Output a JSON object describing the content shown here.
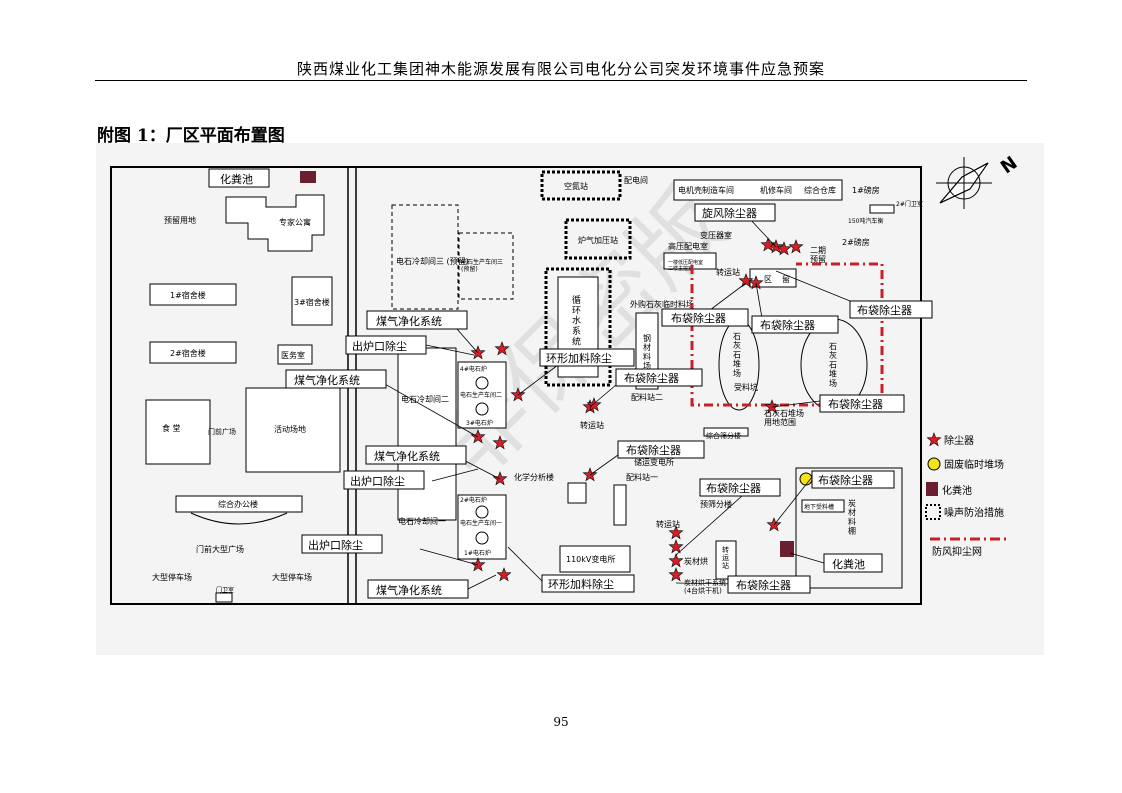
{
  "header": {
    "title": "陕西煤业化工集团神木能源发展有限公司电化分公司突发环境事件应急预案"
  },
  "figure": {
    "title": "附图 1：厂区平面布置图"
  },
  "page": {
    "number": "95"
  },
  "map": {
    "buildings": {
      "reserved": "预留用地",
      "expert_apt": "专家公寓",
      "dorm1": "1#宿舍楼",
      "dorm2": "2#宿舍楼",
      "dorm3": "3#宿舍楼",
      "clinic": "医务室",
      "canteen": "食 堂",
      "gate_square": "门前广场",
      "activity": "活动场地",
      "office": "综合办公楼",
      "gate_big_square": "门前大型广场",
      "parking1": "大型停车场",
      "parking2": "大型停车场",
      "guard": "门卫室",
      "airstation": "空氮站",
      "distribution": "配电间",
      "motor_shop": "电机壳制造车间",
      "repair_shop": "机修车间",
      "warehouse": "综合仓库",
      "weigh1": "1#磅房",
      "weigh2": "2#磅房",
      "gate2": "2#门卫室",
      "truck_scale": "150吨汽车衡",
      "cool3": "电石冷却间三\n(预留)",
      "prod3": "电石生产车间三\n(预留)",
      "gas_boost": "炉气加压站",
      "substation": "变压器室",
      "hv_room": "高压配电室",
      "phase2": "二期\n预留",
      "transfer": "转运站",
      "lv_room": "一楼低压配电室\n二楼主控室",
      "water": "循\n环\n水\n系\n统",
      "outsource": "外购石灰临时料场",
      "material_shed": "钢\n材\n料\n场",
      "limestone1": "石\n灰\n石\n堆\n场",
      "limestone2": "石\n灰\n石\n堆\n场",
      "receiving": "受料坑",
      "limestone_area": "石灰石堆场\n用地范围",
      "furnace4": "4#电石炉",
      "prod2": "电石生产车间二",
      "furnace3": "3#电石炉",
      "cool2": "电石冷却间二",
      "batch2": "配料站二",
      "transfer2": "转运站",
      "screen": "综合筛分楼",
      "storage": "储运变电所",
      "chem_lab": "化学分析楼",
      "batch1": "配料站一",
      "furnace2": "2#电石炉",
      "prod1": "电石生产车间一",
      "furnace1": "1#电石炉",
      "cool1": "电石冷却间一",
      "sub110": "110kV变电所",
      "preheat": "预筛分楼",
      "transfer3": "转运站",
      "carbon": "炭材烘",
      "dryer": "炭材烘干系统\n(4台烘干机)",
      "transfer4": "转\n运\n站",
      "underground": "地下受料槽",
      "coke_shed": "炭\n材\n料\n棚",
      "zone": "区",
      "zone2": "留"
    },
    "callouts": {
      "septic_top": "化粪池",
      "cyclone": "旋风除尘器",
      "bag1": "布袋除尘器",
      "bag2": "布袋除尘器",
      "bag3": "布袋除尘器",
      "bag4": "布袋除尘器",
      "bag5": "布袋除尘器",
      "bag6": "布袋除尘器",
      "bag7": "布袋除尘器",
      "bag8": "布袋除尘器",
      "bag9": "布袋除尘器",
      "gas1": "煤气净化系统",
      "gas2": "煤气净化系统",
      "gas3": "煤气净化系统",
      "gas4": "煤气净化系统",
      "outlet1": "出炉口除尘",
      "outlet2": "出炉口除尘",
      "outlet3": "出炉口除尘",
      "ring1": "环形加料除尘",
      "ring2": "环形加料除尘",
      "septic_bottom": "化粪池"
    },
    "legend": {
      "dust": "除尘器",
      "waste": "固废临时堆场",
      "septic": "化粪池",
      "noise": "噪声防治措施",
      "wind": "防风抑尘网"
    },
    "compass": "N",
    "watermark": "非保密版",
    "colors": {
      "star": "#d81e24",
      "septic": "#6b1f2e",
      "waste": "#f3e317",
      "wind": "#c8202a"
    }
  }
}
